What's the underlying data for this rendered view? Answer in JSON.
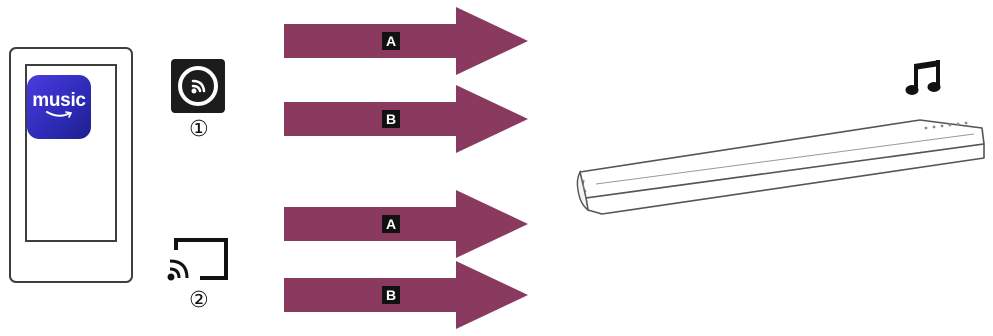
{
  "phone": {
    "app": {
      "name": "music",
      "gradient_start": "#4a3be0",
      "gradient_end": "#1e1f8e",
      "icon": "amazon-music-app-icon"
    }
  },
  "methods": [
    {
      "number": "①",
      "icon": "spotify-connect-icon"
    },
    {
      "number": "②",
      "icon": "chromecast-icon"
    }
  ],
  "arrows": [
    {
      "label": "A",
      "color": "#8a3a5f"
    },
    {
      "label": "B",
      "color": "#8a3a5f"
    },
    {
      "label": "A",
      "color": "#8a3a5f"
    },
    {
      "label": "B",
      "color": "#8a3a5f"
    }
  ],
  "target": {
    "device": "soundbar-icon",
    "indicator": "music-note-icon"
  }
}
